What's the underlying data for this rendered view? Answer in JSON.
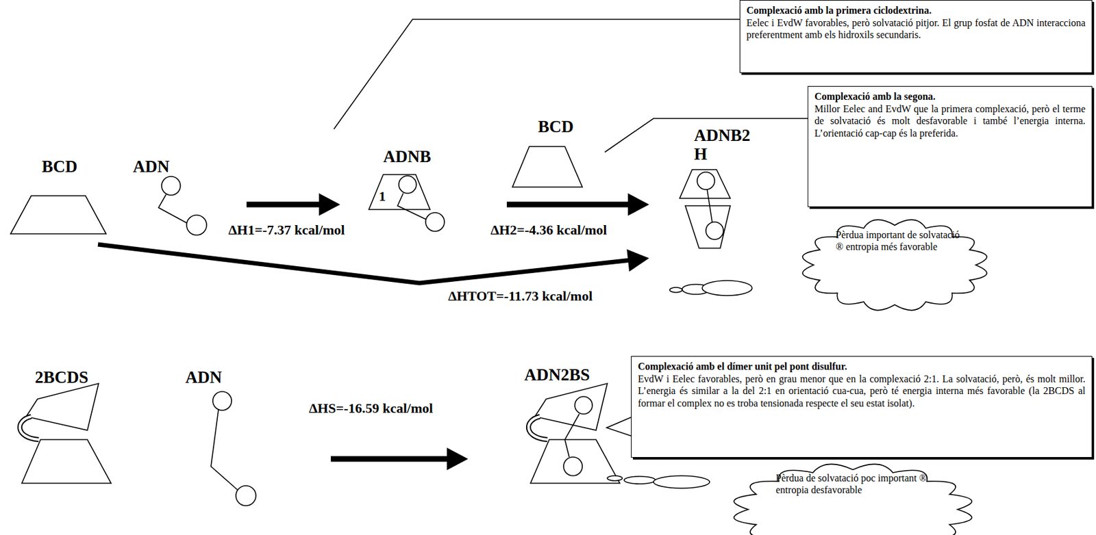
{
  "diagram": {
    "nodes": [
      {
        "text": [
          "Complexació amb la primera ciclodextrina.",
          "Eelec i EvdW favorables, però solvatació pitjor. El grup fosfat de ADN interacciona preferentment amb els hidroxils secundaris."
        ]
      },
      {
        "text": [
          "Complexació amb la segona.",
          "Millor Eelec and EvdW que la primera complexació, però el terme de solvatació és molt desfavorable i també l’energia interna. L’orientació cap-cap és la preferida."
        ]
      },
      {
        "text": [
          "BCD"
        ]
      },
      {
        "text": [
          "ADN"
        ]
      },
      {
        "text": [
          "ADNB",
          "1"
        ]
      },
      {
        "text": [
          "BCD"
        ]
      },
      {
        "text": [
          "ADNB2 H"
        ]
      },
      {
        "text": [
          "Pèrdua important de solvatació ® entropia més favorable"
        ]
      },
      {
        "text": [
          "2BCDS"
        ]
      },
      {
        "text": [
          "ADN"
        ]
      },
      {
        "text": [
          "ADN2BS"
        ]
      },
      {
        "text": [
          "Complexació amb el dímer unit pel pont disulfur.",
          "EvdW i Eelec favorables, però en grau menor que en la complexació 2:1. La solvatació, però, és molt millor. L’energia és similar a la del 2:1 en orientació cua-cua, però té energia interna més favorable (la 2BCDS al formar el complex no es troba tensionada respecte el seu estat isolat)."
        ]
      },
      {
        "text": [
          "Pèrdua de solvatació poc important ® entropia desfavorable"
        ]
      }
    ],
    "edges": [
      {
        "from": 3,
        "to": 4,
        "arrow": "to",
        "label": "ΔH1=-7.37 kcal/mol"
      },
      {
        "from": 4,
        "to": 6,
        "arrow": "to",
        "label": "ΔH2=-4.36 kcal/mol"
      },
      {
        "from": 2,
        "to": 6,
        "arrow": "to",
        "label": "ΔHTOT=-11.73 kcal/mol"
      },
      {
        "from": 9,
        "to": 10,
        "arrow": "to",
        "label": "ΔHS=-16.59 kcal/mol"
      }
    ]
  }
}
